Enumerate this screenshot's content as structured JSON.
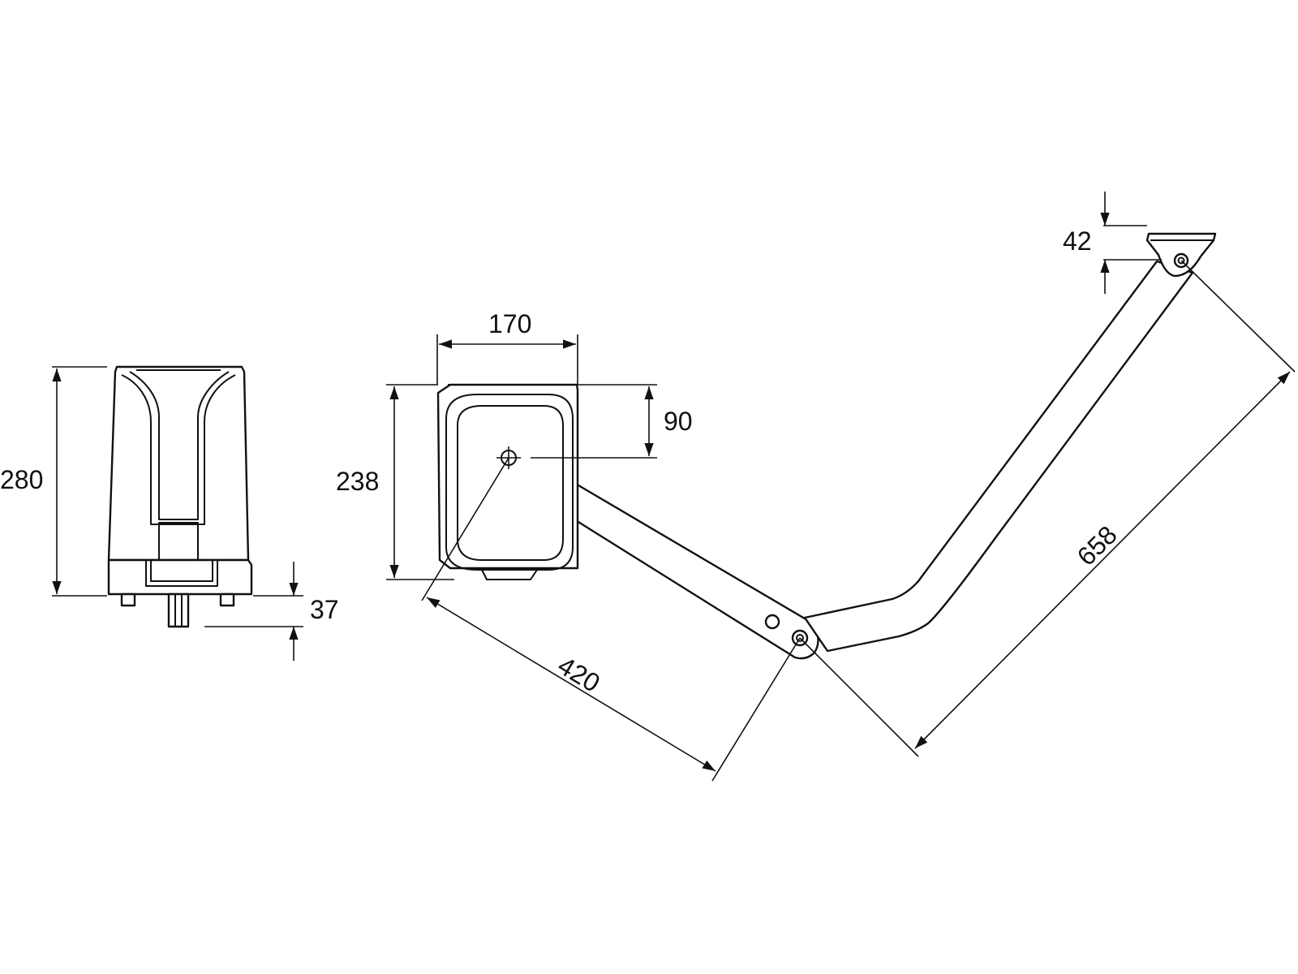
{
  "dimensions": {
    "side_height": "280",
    "foot_height": "37",
    "front_width": "170",
    "front_height": "238",
    "pivot_offset": "90",
    "arm1_length": "420",
    "arm2_span": "658",
    "bracket_height": "42"
  },
  "colors": {
    "line": "#111111",
    "background": "#ffffff"
  }
}
